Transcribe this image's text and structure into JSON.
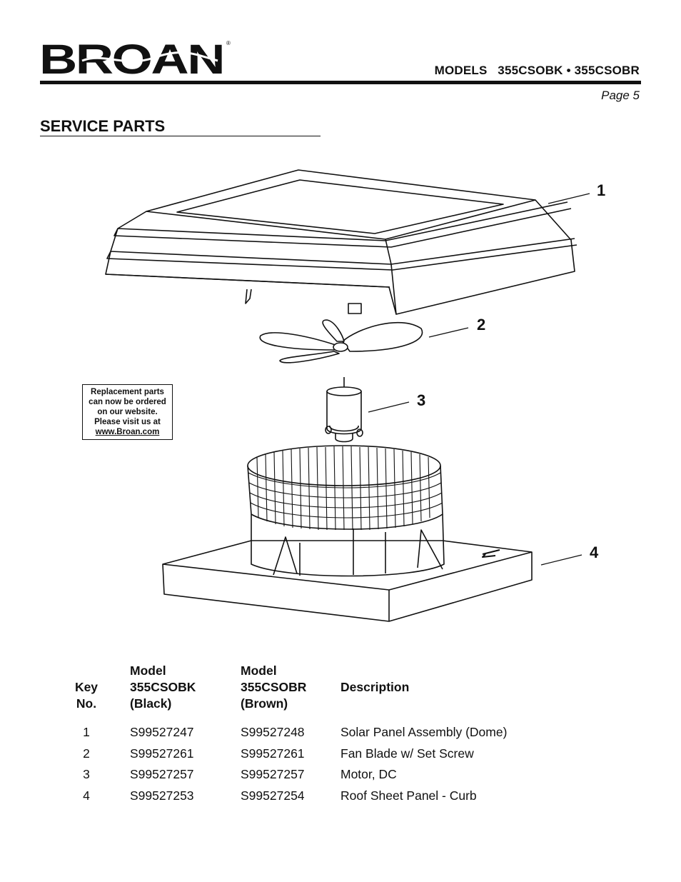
{
  "brand": {
    "name": "BROAN",
    "registered_mark": "®"
  },
  "header": {
    "models": "MODELS   355CSOBK • 355CSOBR",
    "page": "Page 5"
  },
  "section": {
    "title": "SERVICE PARTS"
  },
  "callouts": [
    "1",
    "2",
    "3",
    "4"
  ],
  "notice": {
    "lines": [
      "Replacement parts",
      "can now be ordered",
      "on our website.",
      "Please visit us at"
    ],
    "link": "www.Broan.com"
  },
  "table": {
    "headers": {
      "key": [
        "Key",
        "No."
      ],
      "black": [
        "Model",
        "355CSOBK",
        "(Black)"
      ],
      "brown": [
        "Model",
        "355CSOBR",
        "(Brown)"
      ],
      "description": "Description"
    },
    "rows": [
      {
        "key": "1",
        "black": "S99527247",
        "brown": "S99527248",
        "description": "Solar Panel Assembly (Dome)"
      },
      {
        "key": "2",
        "black": "S99527261",
        "brown": "S99527261",
        "description": "Fan Blade w/ Set Screw"
      },
      {
        "key": "3",
        "black": "S99527257",
        "brown": "S99527257",
        "description": "Motor, DC"
      },
      {
        "key": "4",
        "black": "S99527253",
        "brown": "S99527254",
        "description": "Roof Sheet Panel - Curb"
      }
    ]
  }
}
